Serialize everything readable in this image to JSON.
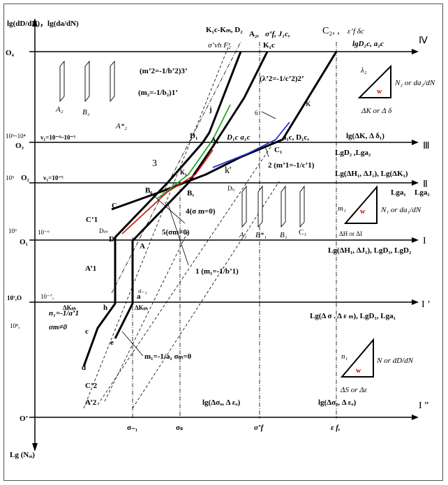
{
  "axes": {
    "y_top": "lg(dD/dN)，lg(da/dN)",
    "y_bottom": "Lg (Nₒᵢ)",
    "levels": {
      "O4": "O₄",
      "O3_val": "10³~10⁴",
      "O3": "O₃",
      "O2_val": "10⁵",
      "O2": "O₂",
      "O1_val": "10⁶",
      "O1": "O₁",
      "O_val": "10⁷,O",
      "n108": "10⁸,",
      "Oprime": "O’"
    },
    "roman": {
      "IV": "Ⅳ",
      "III": "Ⅲ",
      "II": "Ⅱ",
      "I": "I",
      "Iprime": "I ’",
      "Idouble": "I ”"
    }
  },
  "top_labels": {
    "kic_km": "K₁c-Kₘ, D₂",
    "a2": "A₂,",
    "sigma_f": "σ’f, J₁c,",
    "c2": "C₂, ,",
    "eps_f": "ε’f δc",
    "sigma_vh": "σ’vh F₂",
    "kic": "K₁c",
    "lgd2c": "lgD₂c, a₂c"
  },
  "curve_labels": {
    "m2p": "(m’2=-1/b’2)3’",
    "m2": "(m₂=-1/b₂)1’",
    "lambda2": "(λ’2=-1/c’2)2’",
    "k": "k",
    "j": "j",
    "six": "6",
    "d1": "D₁",
    "a1": "A₁",
    "d1c": "D₁c a₁c",
    "a1c": "a₁c, D₁c,",
    "c1": "C₁",
    "three": "3",
    "k1": "K₁",
    "kprime": "k'",
    "two": "2 (m’1=-1/c’1)",
    "b1": "B₁",
    "b1right": "B,",
    "c": "C",
    "c1prime": "C’1",
    "four": "4(σ m=0)",
    "five": "5(σm≠0)",
    "dtr": "Dₜᵣ",
    "dth": "Dₜₕ",
    "d": "D",
    "a": "A",
    "one": "1 (m₁=-1/b’1)",
    "a1prime": "A’1",
    "sigma_m1": "σ₋₁",
    "dkth": "ΔKₜₕ",
    "dkth2": "ΔKₜₕ",
    "h": "h",
    "a_small": "a",
    "n1": "n₁=-1/a’1",
    "sigma_m_ne": "σm≠0",
    "c_small": "c",
    "e_small": "e",
    "m1_eq": "m₁=-1/a₁ σₘ=0",
    "d_small": "d",
    "c2prime": "C’2",
    "a2prime": "A’2",
    "v3": "v₁=10⁻⁴~10⁻³",
    "v2": "v₁=10⁻⁵",
    "v1": "10⁻⁶",
    "v0": "10⁻⁷,"
  },
  "right_labels": {
    "lg_dk": "lg(ΔK, Δ δ₁)",
    "lgd2": "LgD₂ ,Lga₂",
    "lg_dh": "Lg(ΔH₁, ΔJ₁), Lg(ΔK₁)",
    "lga1": "Lga₁",
    "lga2": "Lga₂",
    "lg_dh1": "Lg(ΔH₁, ΔJ₁), LgD₁, LgD₂",
    "lg_ds": "Lg(Δ σ . Δ ε ₘ), LgD₁, Lga₁",
    "lg_dso_center": "lg(Δσₒ, Δ εₒ)",
    "lg_dso_right": "lg(Δσₒ, Δ εₒ)"
  },
  "triangles": {
    "t1": {
      "slope": "λ₂",
      "w": "w",
      "vertical": "N₂ or da₂/dN",
      "base": "ΔK or Δ δ"
    },
    "t2": {
      "slope": "m₁",
      "w": "w",
      "vertical": "N₁ or da₁/dN",
      "base": "ΔH or ΔI"
    },
    "t3": {
      "slope": "n₁",
      "w": "w",
      "vertical": "N or dD/dN",
      "base": "ΔS or Δε"
    }
  },
  "specimens": {
    "a2": "A₂",
    "b2": "B₂",
    "a2star": "A*₂",
    "a1": "A₁",
    "b1star": "B*₁",
    "b1": "B₁",
    "c1": "C₁"
  },
  "bottom_axis": {
    "sigma_m1": "σ₋₁",
    "sigma_s": "σₛ",
    "sigma_f": "σ’f",
    "eps_f": "ε f,"
  },
  "colors": {
    "green": "#22aa22",
    "red": "#cc2222",
    "blue": "#2233cc",
    "w_red": "#cc0000"
  }
}
